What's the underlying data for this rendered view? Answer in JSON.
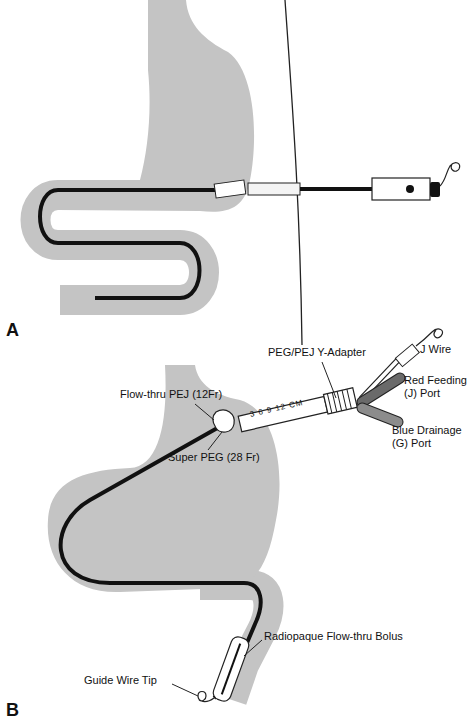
{
  "diagram": {
    "labels": [
      "A",
      "Flow-thru PEJ (12Fr)",
      "PEG/PEJ Y-Adapter",
      "J Wire",
      "Red Feeding (J) Port",
      "Blue Drainage (G) Port",
      "3 6 9 12 CM",
      "Super PEG (28 Fr)",
      "Radiopaque Flow-thru Bolus",
      "Guide Wire Tip",
      "B"
    ]
  }
}
